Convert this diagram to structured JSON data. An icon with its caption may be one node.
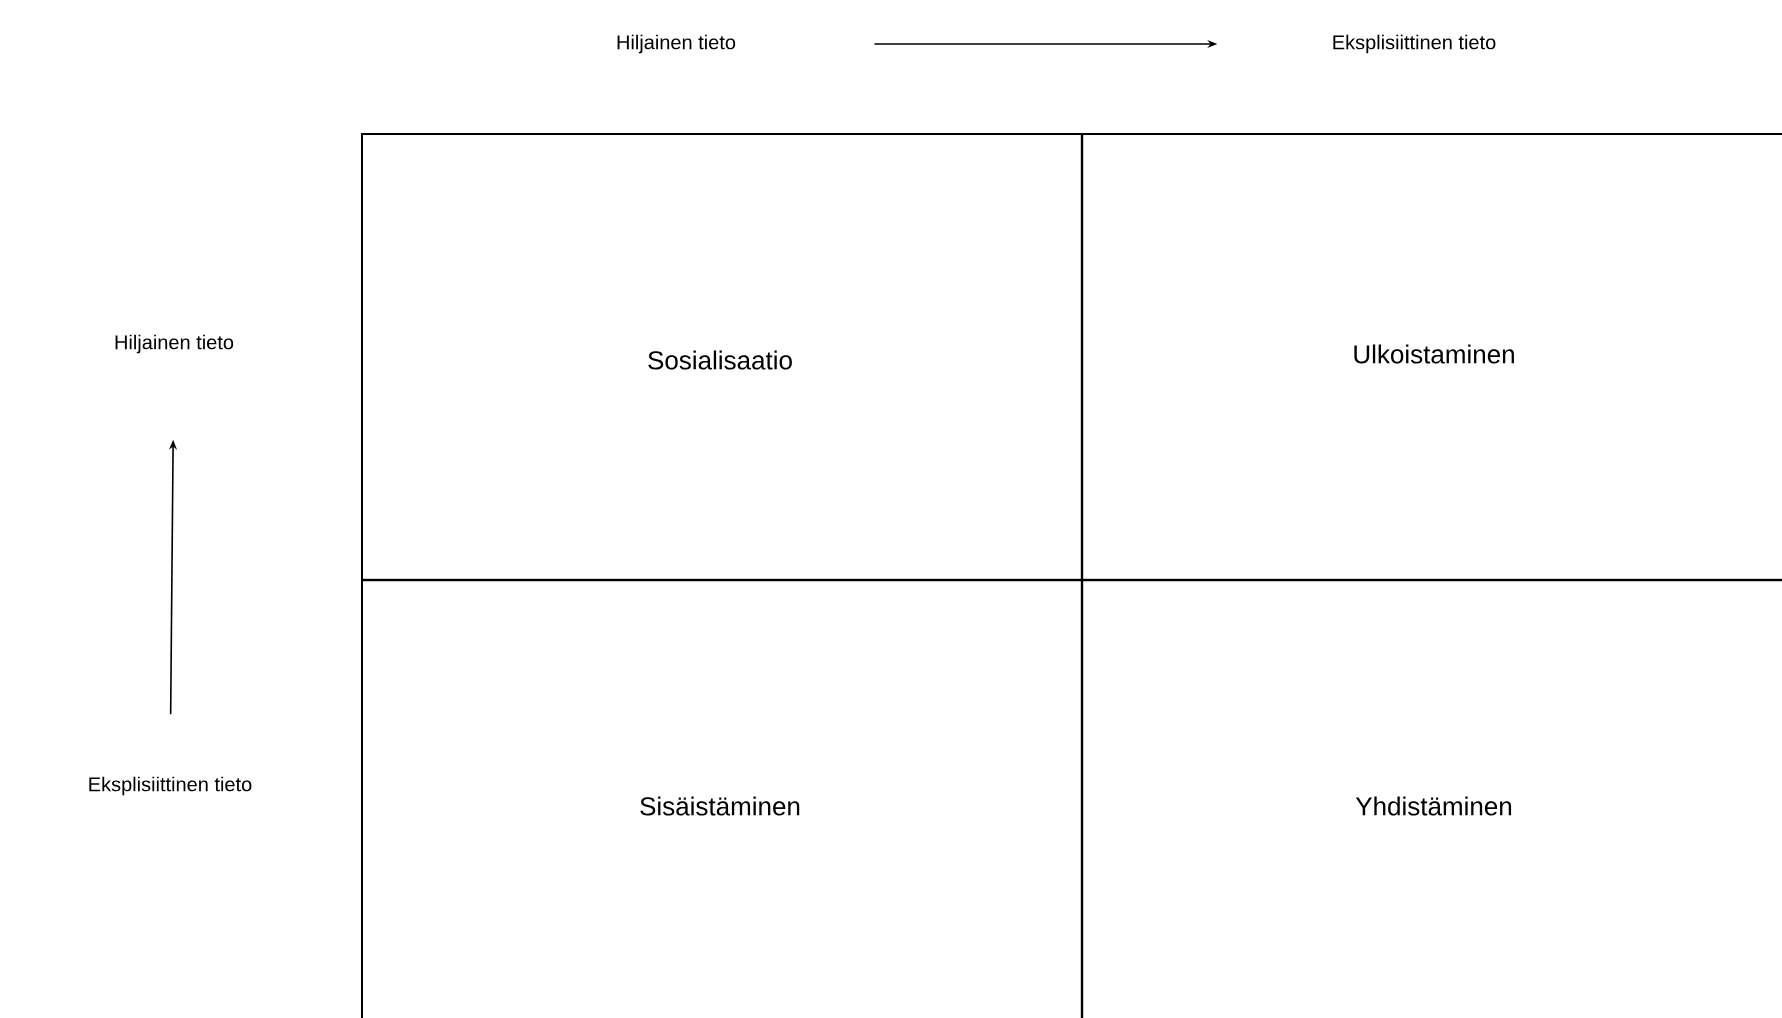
{
  "diagram": {
    "nodes": [
      {
        "text": [
          "Hiljainen tieto"
        ]
      },
      {
        "text": [
          "Eksplisiittinen tieto"
        ]
      },
      {
        "text": [
          "Hiljainen tieto"
        ]
      },
      {
        "text": [
          "Eksplisiittinen tieto"
        ]
      },
      {
        "text": [
          "Sosialisaatio"
        ]
      },
      {
        "text": [
          "Ulkoistaminen"
        ]
      },
      {
        "text": [
          "Sisäistäminen"
        ]
      },
      {
        "text": [
          "Yhdistäminen"
        ]
      }
    ],
    "edges": [
      {
        "from": 0,
        "to": 1,
        "arrow": "to"
      },
      {
        "from": 3,
        "to": 2,
        "arrow": "to"
      }
    ]
  }
}
